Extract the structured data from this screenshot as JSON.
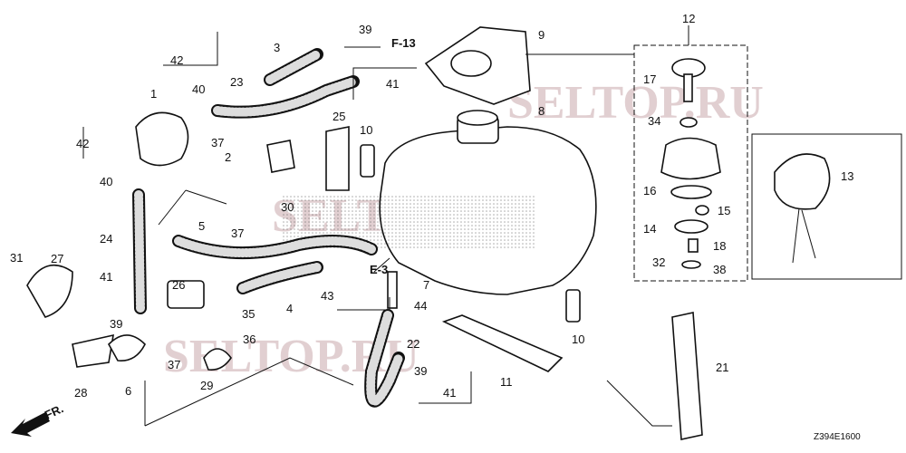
{
  "diagram": {
    "callouts": [
      "12",
      "17",
      "34",
      "16",
      "15",
      "14",
      "18",
      "32",
      "38",
      "13",
      "21",
      "9",
      "8",
      "39",
      "41",
      "42",
      "3",
      "23",
      "40",
      "1",
      "42",
      "37",
      "25",
      "10",
      "2",
      "40",
      "37",
      "30",
      "5",
      "24",
      "31",
      "27",
      "41",
      "26",
      "35",
      "4",
      "7",
      "43",
      "44",
      "39",
      "36",
      "22",
      "39",
      "37",
      "29",
      "6",
      "28",
      "11",
      "41",
      "10"
    ],
    "references": {
      "f13": "F-13",
      "e3": "E-3"
    },
    "front_marker": "FR.",
    "drawing_code": "Z394E1600",
    "watermark": "SELTOP.RU"
  }
}
